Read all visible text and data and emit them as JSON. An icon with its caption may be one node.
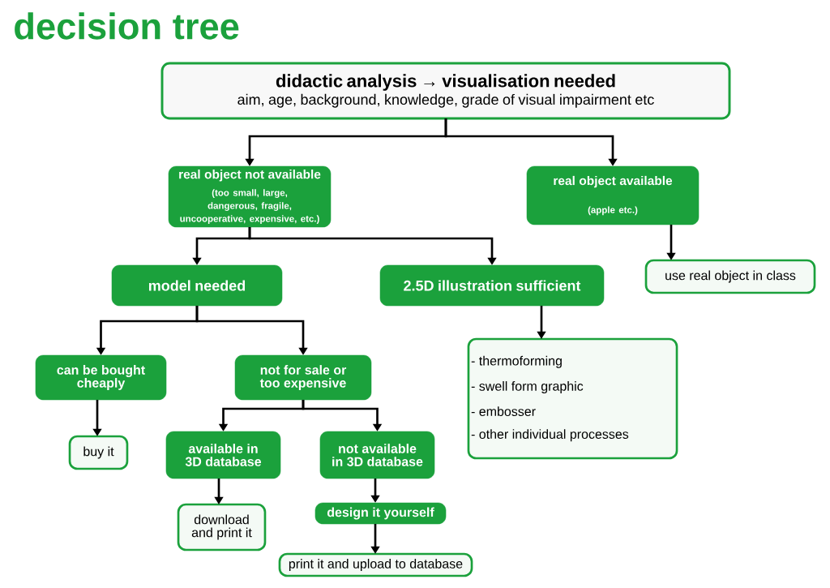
{
  "diagram": {
    "title": "decision tree",
    "nodes": [
      {
        "text": [
          "didactic analysis → visualisation needed",
          "aim, age, background, knowledge, grade of visual impairment etc"
        ]
      },
      {
        "text": [
          "real object not available",
          "(too small, large, dangerous, fragile, uncooperative, expensive, etc.)"
        ]
      },
      {
        "text": [
          "real object available",
          "(apple etc.)"
        ]
      },
      {
        "text": [
          "use real object in class"
        ]
      },
      {
        "text": [
          "model  needed"
        ]
      },
      {
        "text": [
          "2.5D illustration sufficient"
        ]
      },
      {
        "text": [
          "- thermoforming",
          "- swell form graphic",
          "- embosser",
          "- other individual processes"
        ]
      },
      {
        "text": [
          "can be bought cheaply"
        ]
      },
      {
        "text": [
          "not for sale or too expensive"
        ]
      },
      {
        "text": [
          "buy it"
        ]
      },
      {
        "text": [
          "available in 3D database"
        ]
      },
      {
        "text": [
          "not available in 3D database"
        ]
      },
      {
        "text": [
          "download and print it"
        ]
      },
      {
        "text": [
          "design it yourself"
        ]
      },
      {
        "text": [
          "print it and upload to database"
        ]
      }
    ],
    "edges": [
      {
        "from": 0,
        "to": 1,
        "arrow": "to"
      },
      {
        "from": 0,
        "to": 2,
        "arrow": "to"
      },
      {
        "from": 2,
        "to": 3,
        "arrow": "to"
      },
      {
        "from": 1,
        "to": 4,
        "arrow": "to"
      },
      {
        "from": 1,
        "to": 5,
        "arrow": "to"
      },
      {
        "from": 4,
        "to": 7,
        "arrow": "to"
      },
      {
        "from": 4,
        "to": 8,
        "arrow": "to"
      },
      {
        "from": 5,
        "to": 6,
        "arrow": "to"
      },
      {
        "from": 7,
        "to": 9,
        "arrow": "to"
      },
      {
        "from": 8,
        "to": 10,
        "arrow": "to"
      },
      {
        "from": 8,
        "to": 11,
        "arrow": "to"
      },
      {
        "from": 10,
        "to": 12,
        "arrow": "to"
      },
      {
        "from": 11,
        "to": 13,
        "arrow": "to"
      },
      {
        "from": 13,
        "to": 14,
        "arrow": "to"
      }
    ]
  }
}
